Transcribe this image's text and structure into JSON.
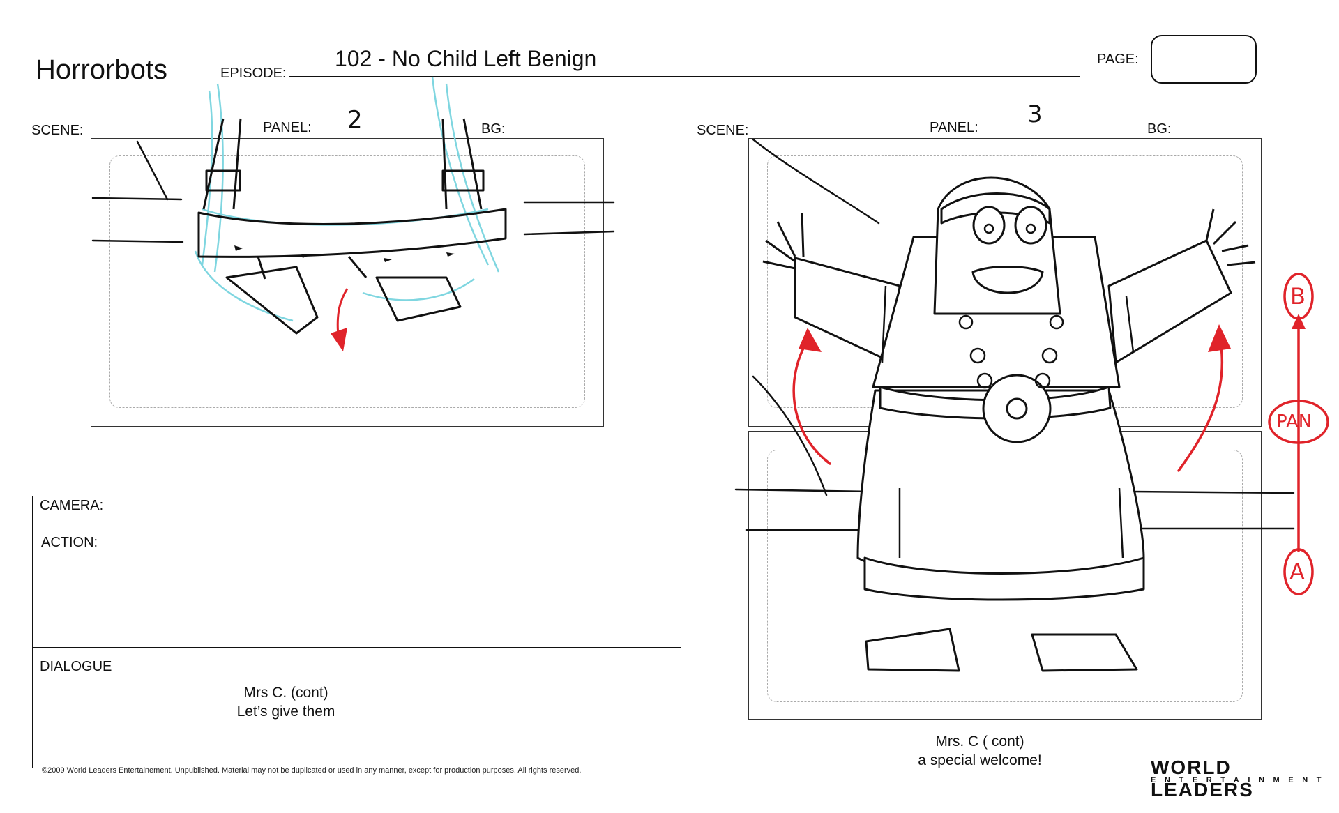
{
  "header": {
    "show_title": "Horrorbots",
    "episode_label": "EPISODE:",
    "episode_value": "102 - No Child Left Benign",
    "page_label": "PAGE:"
  },
  "panels": [
    {
      "scene_label": "SCENE:",
      "panel_label": "PANEL:",
      "panel_number": "2",
      "bg_label": "BG:"
    },
    {
      "scene_label": "SCENE:",
      "panel_label": "PANEL:",
      "panel_number": "3",
      "bg_label": "BG:"
    }
  ],
  "info": {
    "camera_label": "CAMERA:",
    "action_label": "ACTION:",
    "dialogue_label": "DIALOGUE"
  },
  "dialogue": {
    "panel2": {
      "speaker": "Mrs C. (cont)",
      "line": "Let’s give them"
    },
    "panel3": {
      "speaker": "Mrs. C ( cont)",
      "line": "a special welcome!"
    }
  },
  "pan_marks": {
    "start": "A",
    "move": "PAN",
    "end": "B"
  },
  "footer": {
    "copyright": "©2009 World Leaders Entertainement.  Unpublished. Material may not be duplicated or used in any manner, except for production purposes. All rights reserved."
  },
  "logo": {
    "name": "WORLD LEADERS",
    "sub": "ENTERTAINMENT"
  },
  "colors": {
    "sketch_cyan": "#7fd6e0",
    "markup_red": "#e0232a",
    "ink": "#111111"
  }
}
